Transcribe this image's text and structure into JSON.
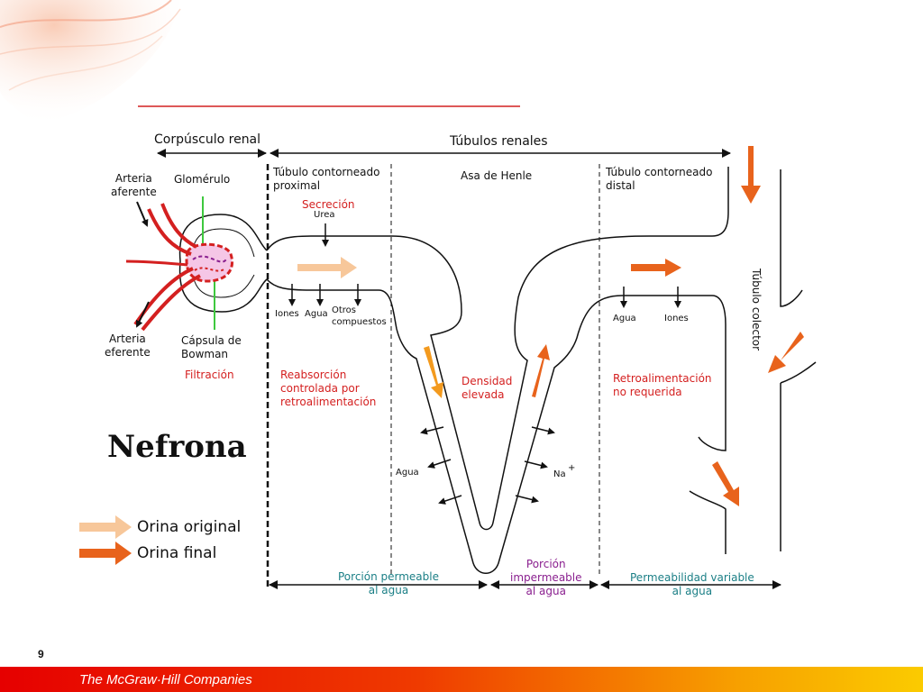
{
  "slide": {
    "title": "Nefrona",
    "page_number": "9",
    "footer_brand": "The McGraw·Hill Companies"
  },
  "diagram": {
    "headers": {
      "renal_corpuscle": "Corpúsculo renal",
      "renal_tubules": "Túbulos renales"
    },
    "sections": {
      "proximal_tubule": "Túbulo contorneado\nproximal",
      "loop_of_henle": "Asa de Henle",
      "distal_tubule": "Túbulo contorneado\ndistal",
      "collecting_tubule": "Túbulo colector"
    },
    "structures": {
      "afferent_artery": "Arteria\naferente",
      "glomerulus": "Glomérulo",
      "efferent_artery": "Arteria\neferente",
      "bowman_capsule": "Cápsula de\nBowman"
    },
    "processes": {
      "filtration": "Filtración",
      "secretion": "Secreción",
      "urea": "Urea",
      "ions": "Iones",
      "water": "Agua",
      "other_compounds": "Otros\ncompuestos",
      "controlled_reabsorption": "Reabsorción\ncontrolada por\nretroalimentación",
      "high_density": "Densidad\nelevada",
      "loop_water": "Agua",
      "sodium": "Na",
      "sodium_charge": "+",
      "distal_water": "Agua",
      "distal_ions": "Iones",
      "feedback_not_required": "Retroalimentación\nno requerida"
    },
    "bottom_labels": {
      "permeable": "Porción permeable\nal agua",
      "impermeable": "Porción\nimpermeable\nal agua",
      "variable": "Permeabilidad variable\nal agua"
    },
    "legend": {
      "original_urine": "Orina original",
      "final_urine": "Orina final"
    },
    "colors": {
      "original_urine": "#f7c79a",
      "final_urine": "#e8631c",
      "loop_flow": "#f39a1e",
      "vessel": "#d42020",
      "glomerulus_marker": "#3ec83e",
      "text_red": "#d42020",
      "text_teal": "#1b7f86",
      "text_purple": "#8a1f8f"
    }
  }
}
